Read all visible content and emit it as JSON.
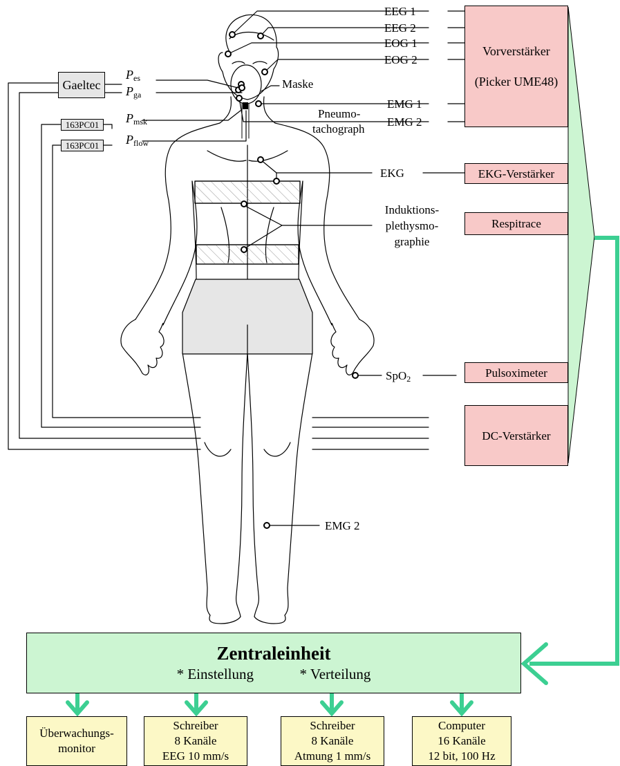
{
  "electrodes": {
    "eeg1": "EEG 1",
    "eeg2": "EEG 2",
    "eog1": "EOG 1",
    "eog2": "EOG 2",
    "emg1": "EMG 1",
    "emg2_upper": "EMG 2",
    "ekg": "EKG",
    "induction_line1": "Induktions-",
    "induction_line2": "plethysmo-",
    "induction_line3": "graphie",
    "spo2_main": "SpO",
    "spo2_sub": "2",
    "emg2_leg": "EMG 2",
    "maske": "Maske",
    "pneumo_line1": "Pneumo-",
    "pneumo_line2": "tachograph"
  },
  "amplifiers": {
    "vorverstaerker_line1": "Vorverstärker",
    "vorverstaerker_line2": "(Picker UME48)",
    "ekg_verstaerker": "EKG-Verstärker",
    "respitrace": "Respitrace",
    "pulsoximeter": "Pulsoximeter",
    "dc_verstaerker": "DC-Verstärker"
  },
  "pressure": {
    "gaeltec": "Gaeltec",
    "sensor1": "163PC01",
    "sensor2": "163PC01",
    "p_symbol": "P",
    "es_sub": "es",
    "ga_sub": "ga",
    "msk_sub": "msk",
    "flow_sub": "flow"
  },
  "central": {
    "title": "Zentraleinheit",
    "item1": "* Einstellung",
    "item2": "* Verteilung"
  },
  "outputs": [
    {
      "line1": "Überwachungs-",
      "line2": "monitor",
      "line3": ""
    },
    {
      "line1": "Schreiber",
      "line2": "8 Kanäle",
      "line3": "EEG 10 mm/s"
    },
    {
      "line1": "Schreiber",
      "line2": "8 Kanäle",
      "line3": "Atmung 1 mm/s"
    },
    {
      "line1": "Computer",
      "line2": "16 Kanäle",
      "line3": "12 bit, 100 Hz"
    }
  ],
  "colors": {
    "amplifier_fill": "#f8c9c8",
    "central_fill": "#ccf5d2",
    "output_fill": "#fcf8c6",
    "arrow_green": "#3ccf92",
    "gray_fill": "#e6e6e6"
  }
}
